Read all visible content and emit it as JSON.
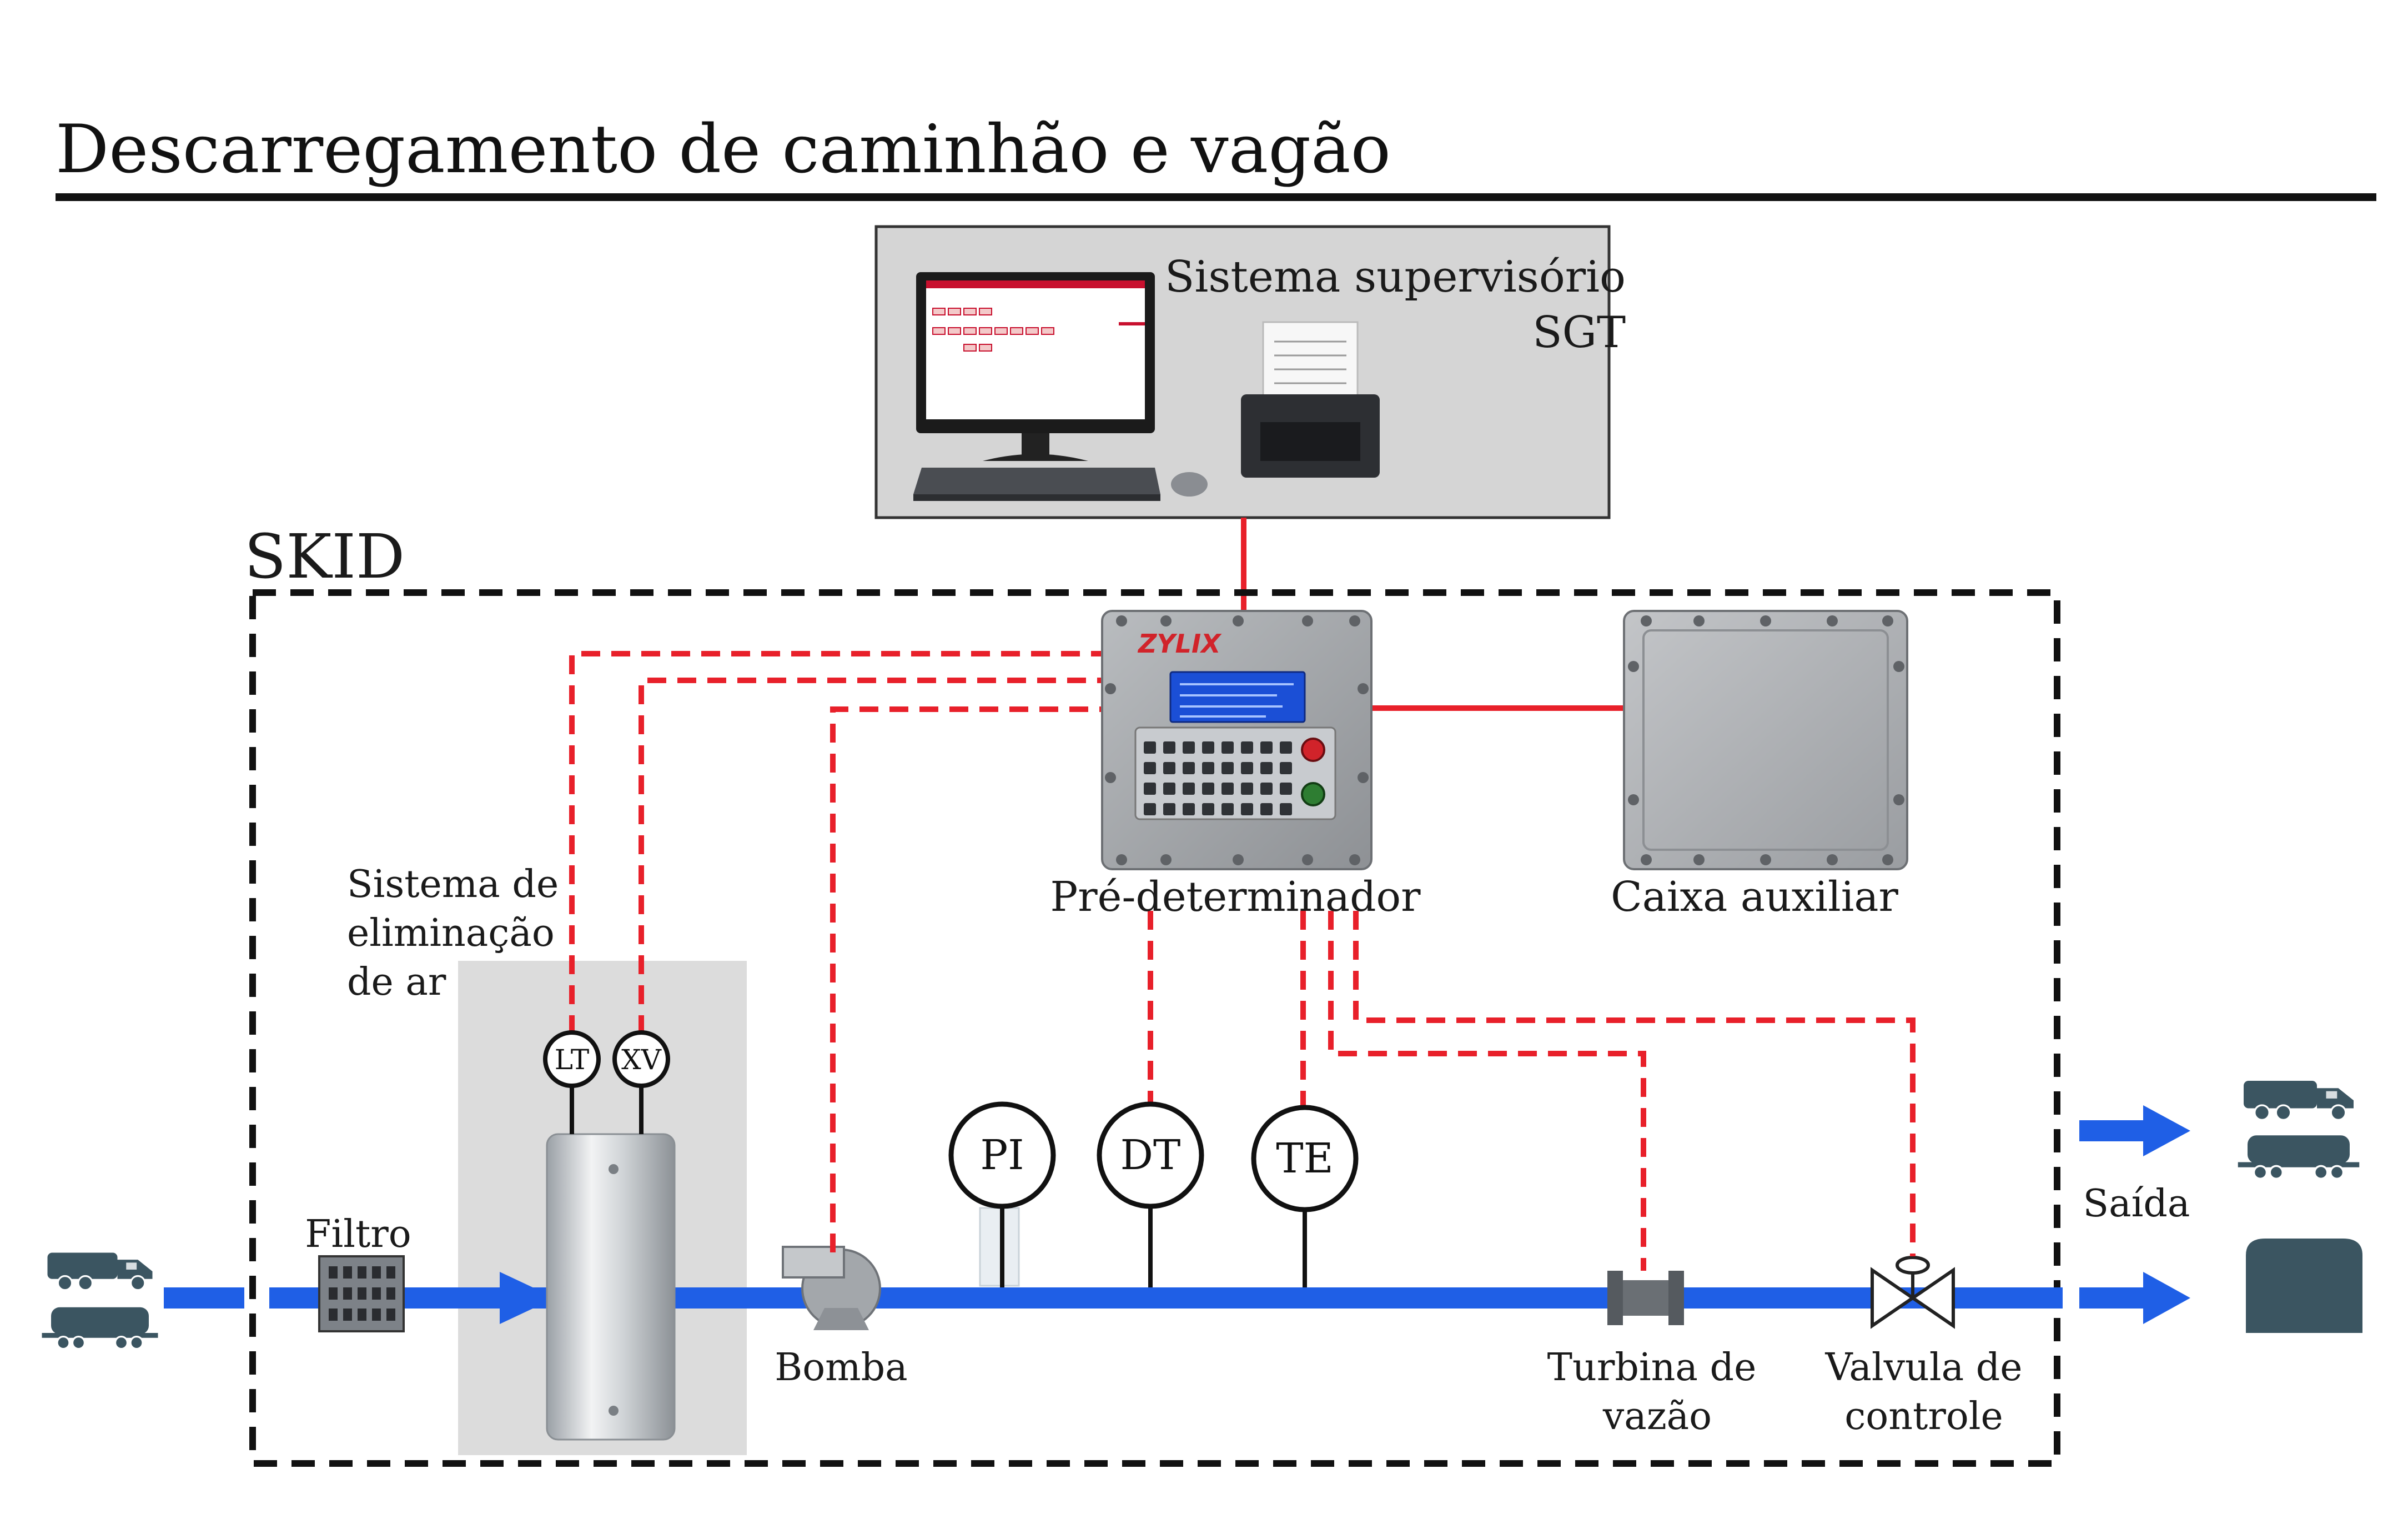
{
  "title": "Descarregamento de caminhão e vagão",
  "supervisory": {
    "line1": "Sistema supervisório",
    "line2": "SGT"
  },
  "skid_label": "SKID",
  "preset": {
    "label": "Pré-determinador",
    "brand": "ZYLIX"
  },
  "aux_box": {
    "label": "Caixa auxiliar"
  },
  "air_elim": {
    "line1": "Sistema de",
    "line2": "eliminação",
    "line3": "de ar"
  },
  "instruments": {
    "lt": "LT",
    "xv": "XV",
    "pi": "PI",
    "dt": "DT",
    "te": "TE"
  },
  "filter_label": "Filtro",
  "pump_label": "Bomba",
  "turbine": {
    "line1": "Turbina de",
    "line2": "vazão"
  },
  "valve": {
    "line1": "Valvula de",
    "line2": "controle"
  },
  "outlet_label": "Saída",
  "colors": {
    "pipe": "#1f5fe6",
    "signal": "#e8202a",
    "skid_border": "#111111",
    "vehicle": "#3b5561"
  }
}
